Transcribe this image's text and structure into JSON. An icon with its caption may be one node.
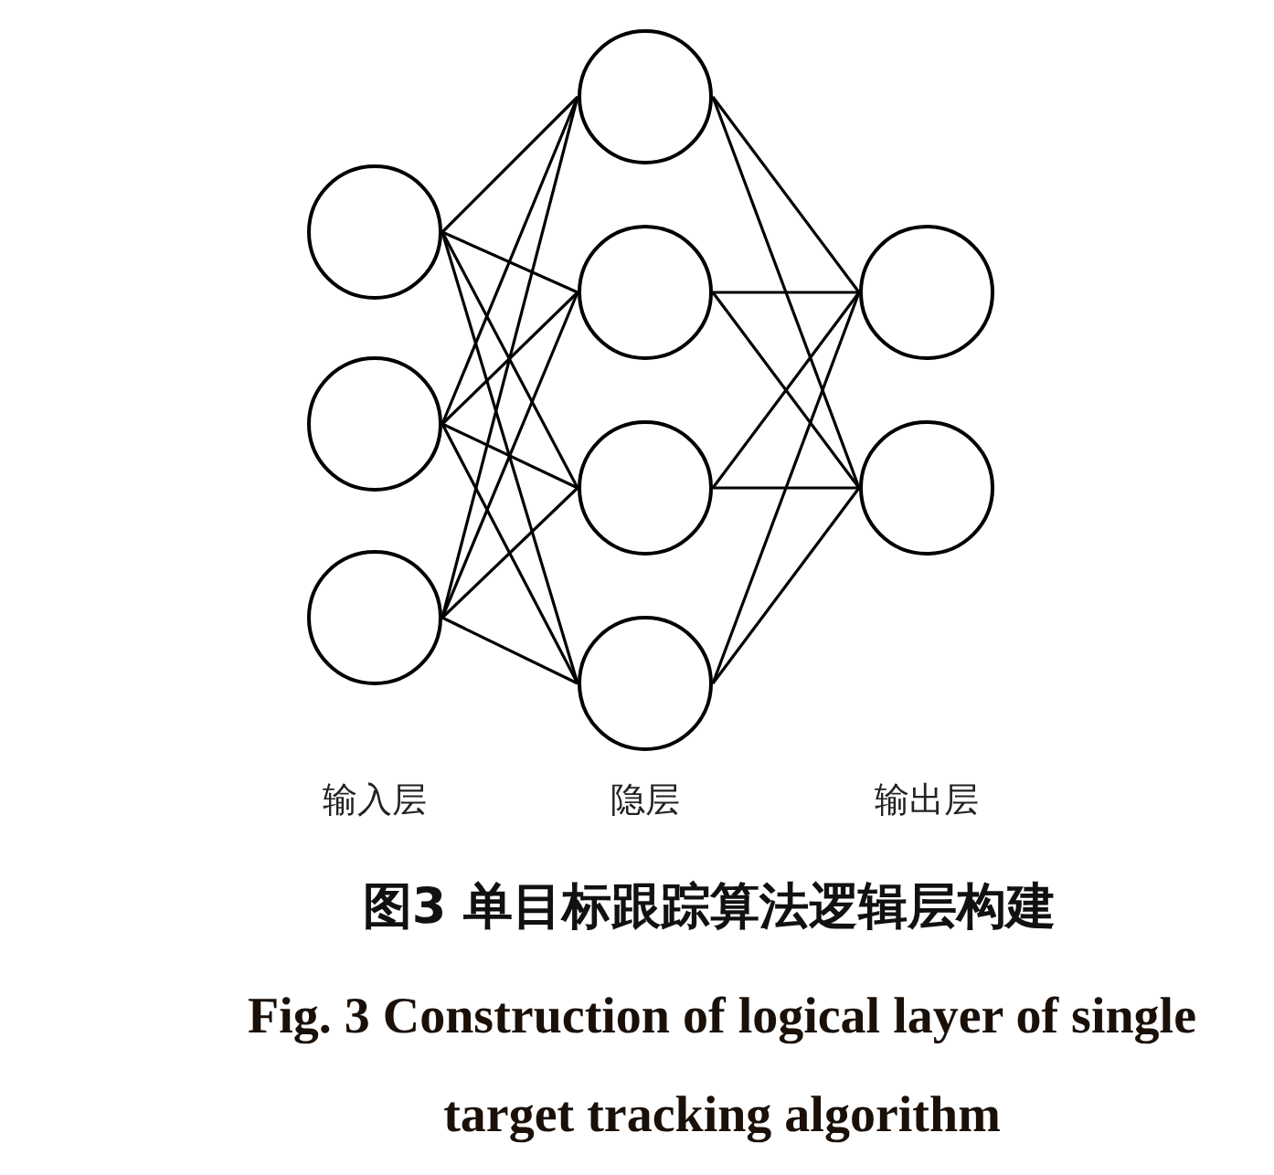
{
  "diagram": {
    "nodes": [
      {
        "text": [],
        "shape": "circle"
      },
      {
        "text": [],
        "shape": "circle"
      },
      {
        "text": [],
        "shape": "circle"
      },
      {
        "text": [],
        "shape": "circle"
      },
      {
        "text": [],
        "shape": "circle"
      },
      {
        "text": [],
        "shape": "circle"
      },
      {
        "text": [],
        "shape": "circle"
      },
      {
        "text": [],
        "shape": "circle"
      },
      {
        "text": [],
        "shape": "circle"
      }
    ],
    "edges": [
      {
        "from": 0,
        "to": 3,
        "arrow": "none"
      },
      {
        "from": 0,
        "to": 4,
        "arrow": "none"
      },
      {
        "from": 0,
        "to": 5,
        "arrow": "none"
      },
      {
        "from": 0,
        "to": 6,
        "arrow": "none"
      },
      {
        "from": 1,
        "to": 3,
        "arrow": "none"
      },
      {
        "from": 1,
        "to": 4,
        "arrow": "none"
      },
      {
        "from": 1,
        "to": 5,
        "arrow": "none"
      },
      {
        "from": 1,
        "to": 6,
        "arrow": "none"
      },
      {
        "from": 2,
        "to": 3,
        "arrow": "none"
      },
      {
        "from": 2,
        "to": 4,
        "arrow": "none"
      },
      {
        "from": 2,
        "to": 5,
        "arrow": "none"
      },
      {
        "from": 2,
        "to": 6,
        "arrow": "none"
      },
      {
        "from": 3,
        "to": 7,
        "arrow": "none"
      },
      {
        "from": 3,
        "to": 8,
        "arrow": "none"
      },
      {
        "from": 4,
        "to": 7,
        "arrow": "none"
      },
      {
        "from": 4,
        "to": 8,
        "arrow": "none"
      },
      {
        "from": 5,
        "to": 7,
        "arrow": "none"
      },
      {
        "from": 5,
        "to": 8,
        "arrow": "none"
      },
      {
        "from": 6,
        "to": 7,
        "arrow": "none"
      },
      {
        "from": 6,
        "to": 8,
        "arrow": "none"
      }
    ],
    "labels": [
      "输入层",
      "隐层",
      "输出层",
      "图3 单目标跟踪算法逻辑层构建",
      "Fig. 3 Construction of logical layer of single target tracking algorithm"
    ]
  }
}
